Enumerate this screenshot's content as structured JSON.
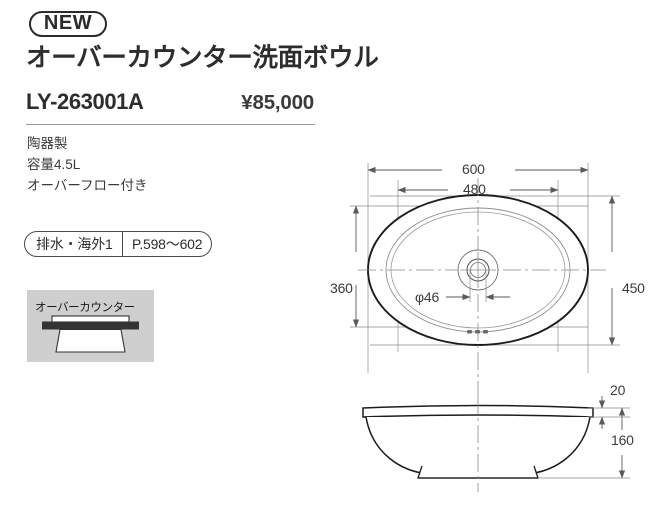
{
  "badge": {
    "new_label": "NEW"
  },
  "product": {
    "title": "オーバーカウンター洗面ボウル",
    "code": "LY-263001A",
    "price": "¥85,000"
  },
  "specs": [
    "陶器製",
    "容量4.5L",
    "オーバーフロー付き"
  ],
  "reference": {
    "category": "排水・海外1",
    "pages": "P.598〜602"
  },
  "install_type": {
    "label": "オーバーカウンター",
    "box_color": "#cfcfcf"
  },
  "drawing": {
    "plan": {
      "width_outer": "600",
      "width_inner": "480",
      "height_inner": "360",
      "height_outer": "450",
      "drain_diameter": "φ46"
    },
    "elevation": {
      "rim_thickness": "20",
      "total_height": "160"
    }
  },
  "colors": {
    "text": "#2d2d2d",
    "line": "#4a4a4a",
    "dim_line": "#6f6f6f",
    "grey_box": "#cfcfcf"
  }
}
